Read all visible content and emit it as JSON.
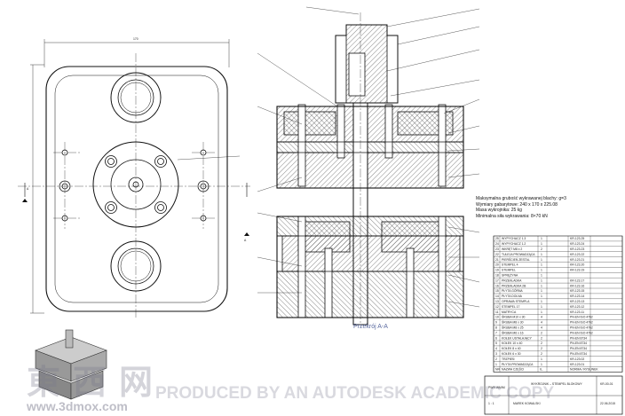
{
  "drawing": {
    "section_label": "Przekrój A-A",
    "section_marker": "A",
    "overall_width_dim": "170",
    "overall_height_dim": "240"
  },
  "specs": {
    "lines": [
      "Maksymalna grubość wykrawanej blachy: g=3",
      "Wymiary gabarytowe: 240 x 170 x 225.08",
      "Masa wykrojnika: 25 kg",
      "Minimalna siła wykrawania: 8×70 kN"
    ]
  },
  "bom": {
    "rows": [
      {
        "no": "25",
        "name": "WYPYCHACZ 1.3",
        "qty": "1",
        "ref": "KR-123.25"
      },
      {
        "no": "24",
        "name": "WYPYCHACZ 1.2",
        "qty": "1",
        "ref": "KR-123.24"
      },
      {
        "no": "23",
        "name": "WKRĘT M8 x 2",
        "qty": "2",
        "ref": "KR-123.23"
      },
      {
        "no": "22",
        "name": "TULEJA PROWADZĄCA",
        "qty": "1",
        "ref": "KR-123.22"
      },
      {
        "no": "21",
        "name": "PIERŚCIEŃ ZESTAL",
        "qty": "1",
        "ref": "KR-123.21"
      },
      {
        "no": "20",
        "name": "STEMPEL 4",
        "qty": "1",
        "ref": "KR-123.20"
      },
      {
        "no": "19",
        "name": "STEMPEL",
        "qty": "1",
        "ref": "KR-123.19"
      },
      {
        "no": "18",
        "name": "SPRĘŻYNA",
        "qty": "1",
        "ref": ""
      },
      {
        "no": "17",
        "name": "PRZEKŁADKA",
        "qty": "1",
        "ref": "KR-123.17"
      },
      {
        "no": "16",
        "name": "PRZEKŁADKA 2B",
        "qty": "1",
        "ref": "KR-123.16"
      },
      {
        "no": "15",
        "name": "PŁYTA GÓRNA",
        "qty": "1",
        "ref": "KR-123.15"
      },
      {
        "no": "14",
        "name": "PŁYTA DOLNA",
        "qty": "1",
        "ref": "KR-123.14"
      },
      {
        "no": "13",
        "name": "OPRAWA STEMPLA",
        "qty": "1",
        "ref": "KR-123.13"
      },
      {
        "no": "12",
        "name": "STEMPEL 17",
        "qty": "1",
        "ref": "KR-123.12"
      },
      {
        "no": "11",
        "name": "MATRYCA",
        "qty": "1",
        "ref": "KR-123.11"
      },
      {
        "no": "10",
        "name": "ŚRUBA M10 x 30",
        "qty": "4",
        "ref": "PN-EN ISO 4762"
      },
      {
        "no": "9",
        "name": "ŚRUBA M8 x 30",
        "qty": "4",
        "ref": "PN-EN ISO 4762"
      },
      {
        "no": "8",
        "name": "ŚRUBA M8 x 25",
        "qty": "4",
        "ref": "PN-EN ISO 4762"
      },
      {
        "no": "7",
        "name": "ŚRUBA M6 x 16",
        "qty": "2",
        "ref": "PN-EN ISO 4762"
      },
      {
        "no": "6",
        "name": "KOŁEK USTALAJĄCY",
        "qty": "2",
        "ref": "PN-EN 8734"
      },
      {
        "no": "5",
        "name": "KOŁEK 10 x 40",
        "qty": "2",
        "ref": "PN-EN 8734"
      },
      {
        "no": "4",
        "name": "KOŁEK 8 x 40",
        "qty": "2",
        "ref": "PN-EN 8734"
      },
      {
        "no": "3",
        "name": "KOŁEK 6 x 30",
        "qty": "2",
        "ref": "PN-EN 8734"
      },
      {
        "no": "2",
        "name": "TRZPIEŃ",
        "qty": "1",
        "ref": "KR-123.02"
      },
      {
        "no": "1",
        "name": "PŁYTA PROWADZĄCA",
        "qty": "1",
        "ref": "KR-123.01"
      }
    ],
    "header": {
      "no": "NR",
      "name": "NAZWA CZĘŚCI",
      "qty": "IL.",
      "ref": "NORMA / RYSUNEK"
    }
  },
  "title_block": {
    "sheet_label": "PWR WMIM",
    "title": "WYKROJNIK – STEMPEL BLOKOWY",
    "drawing_no": "KR-00-01",
    "scale": "1 : 1",
    "author": "MAREK KOWALSKI",
    "date": "22.06.2015"
  },
  "watermarks": {
    "cjk": "東西网",
    "academic": "PRODUCED BY AN AUTODESK ACADEMIC COPY",
    "site": "www.3dmox.com"
  }
}
